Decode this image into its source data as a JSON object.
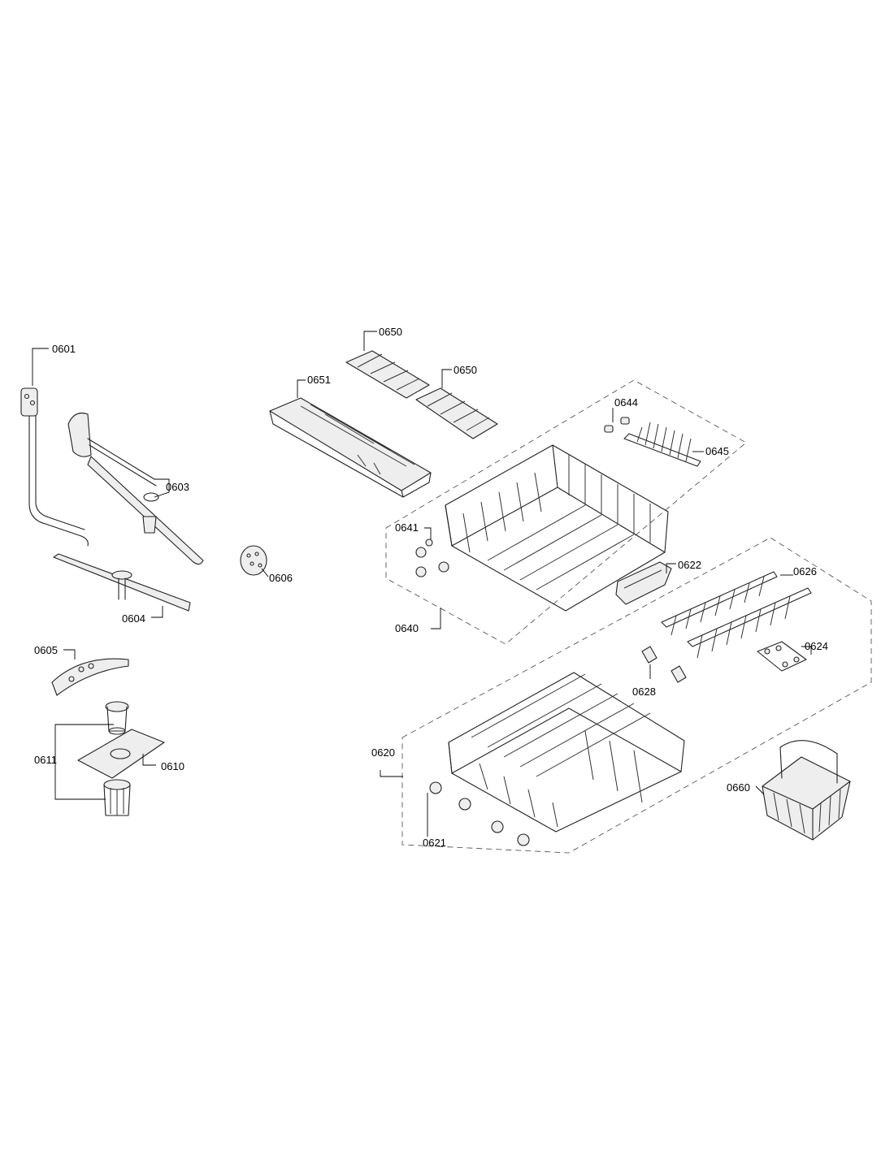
{
  "diagram": {
    "callouts": {
      "c0601": "0601",
      "c0603": "0603",
      "c0604": "0604",
      "c0605": "0605",
      "c0606": "0606",
      "c0610": "0610",
      "c0611": "0611",
      "c0650a": "0650",
      "c0650b": "0650",
      "c0651": "0651",
      "c0644": "0644",
      "c0645": "0645",
      "c0641": "0641",
      "c0640": "0640",
      "c0622": "0622",
      "c0626": "0626",
      "c0624": "0624",
      "c0628": "0628",
      "c0620": "0620",
      "c0621": "0621",
      "c0660": "0660"
    }
  }
}
